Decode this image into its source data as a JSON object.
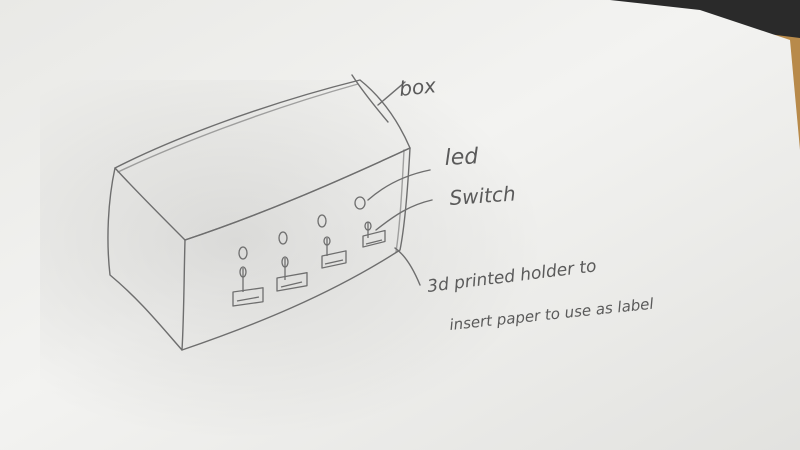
{
  "sketch": {
    "labels": {
      "box": "box",
      "led": "led",
      "switch": "Switch",
      "holder_line1": "3d printed holder to",
      "holder_line2": "insert paper to use as label"
    }
  },
  "colors": {
    "paper": "#f1f1ef",
    "pencil": "#6e6e6e",
    "wood": "#b88a4a",
    "dark_edge": "#2a2a2a"
  }
}
